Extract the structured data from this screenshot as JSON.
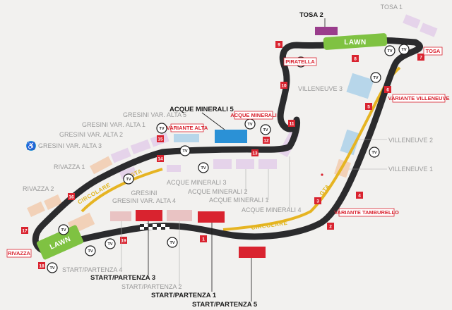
{
  "colors": {
    "track": "#2b2b2d",
    "inner_road": "#e6b422",
    "lawn": "#7fc242",
    "marker": "#d9232f",
    "grandstand_main": "#d9232f",
    "stand_light": "#e9c3c3",
    "stand_pink": "#e9d2e6",
    "stand_purple": "#e5d3ea",
    "stand_blue": "#b7d6ea",
    "stand_peach": "#f2d1b8",
    "acque_minerali_5": "#2b91d6",
    "tosa_2": "#9a3d8c",
    "accessible": "#2b91d6"
  },
  "lawns": [
    {
      "label": "LAWN"
    },
    {
      "label": "LAWN"
    }
  ],
  "road_labels": [
    {
      "text": "CIRCOLARE"
    },
    {
      "text": "GTA"
    },
    {
      "text": "GTA"
    },
    {
      "text": "CIRCOLARE"
    }
  ],
  "turn_numbers": [
    "1",
    "2",
    "3",
    "4",
    "5",
    "6",
    "7",
    "8",
    "9",
    "10",
    "11",
    "12",
    "13",
    "14",
    "15",
    "16",
    "17",
    "18",
    "19"
  ],
  "tv_label": "TV",
  "corner_names": [
    "PIRATELLA",
    "TOSA",
    "VARIANTE VILLENEUVE",
    "ACQUE MINERALI",
    "VARIANTE ALTA",
    "VARIANTE TAMBURELLO",
    "RIVAZZA"
  ],
  "stands_grey": [
    "TOSA 1",
    "VILLENEUVE 3",
    "VILLENEUVE 2",
    "VILLENEUVE 1",
    "GRESINI VAR. ALTA 5",
    "GRESINI VAR. ALTA 1",
    "GRESINI VAR. ALTA 2",
    "GRESINI VAR. ALTA 3",
    "RIVAZZA 1",
    "RIVAZZA 2",
    "GRESINI VAR. ALTA 4",
    "ACQUE MINERALI 3",
    "ACQUE MINERALI 2",
    "ACQUE MINERALI 1",
    "ACQUE MINERALI 4",
    "START/PARTENZA 4",
    "START/PARTENZA 2"
  ],
  "stands_black": [
    "TOSA 2",
    "ACQUE MINERALI 5",
    "START/PARTENZA 3",
    "START/PARTENZA 1",
    "START/PARTENZA 5"
  ],
  "accessible_icon": "wheelchair-icon",
  "accessible_glyph": "♿"
}
